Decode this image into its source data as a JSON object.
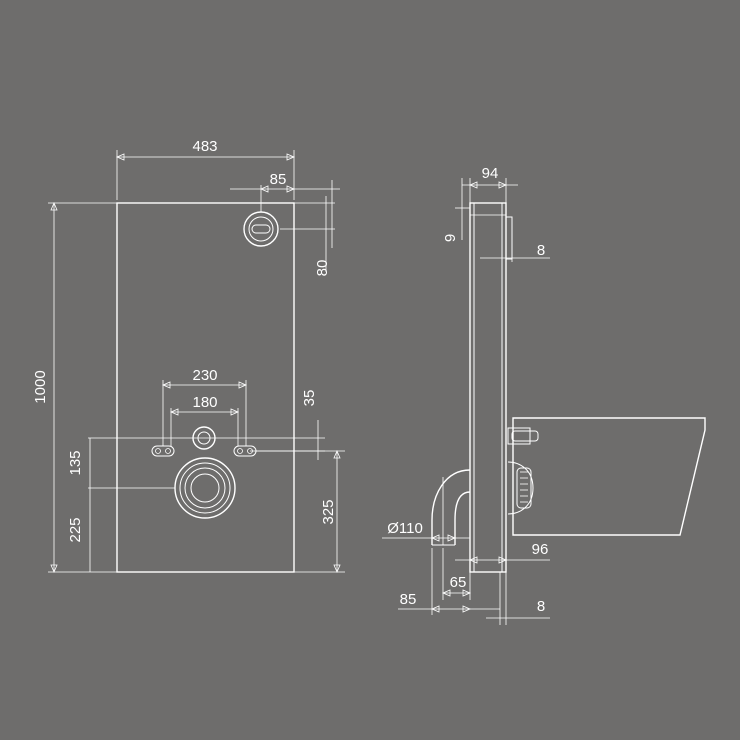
{
  "front_view": {
    "width": "483",
    "flush_offset": "85",
    "flush_drop": "80",
    "height": "1000",
    "fixing_outer": "230",
    "fixing_inner": "180",
    "fixing_drop": "35",
    "outlet_to_fixing": "135",
    "outlet_height": "225",
    "fixing_height": "325"
  },
  "side_view": {
    "depth": "94",
    "top_offset": "9",
    "plate_thickness": "8",
    "pipe_diameter": "Ø110",
    "pan_offset": "96",
    "bend_offset": "65",
    "bend_projection": "85",
    "bottom_thickness": "8"
  },
  "colors": {
    "background": "#6e6d6c",
    "lines": "#ffffff"
  }
}
